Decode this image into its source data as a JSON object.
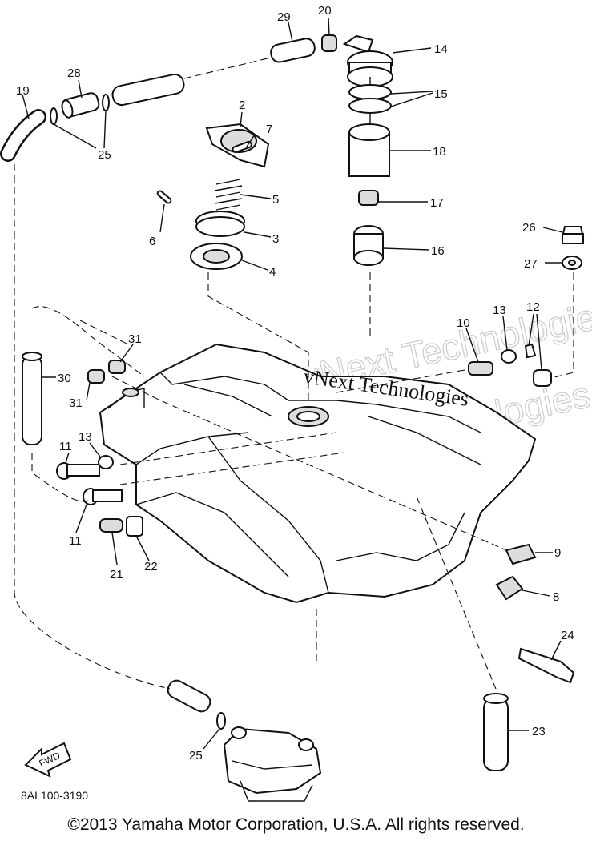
{
  "diagram": {
    "code": "8AL100-3190",
    "fwd_label": "FWD",
    "watermark": "vNext Technologies",
    "copyright": "©2013 Yamaha Motor Corporation, U.S.A. All rights reserved.",
    "callouts": [
      {
        "id": "c2",
        "text": "2"
      },
      {
        "id": "c3",
        "text": "3"
      },
      {
        "id": "c4",
        "text": "4"
      },
      {
        "id": "c5",
        "text": "5"
      },
      {
        "id": "c6",
        "text": "6"
      },
      {
        "id": "c7",
        "text": "7"
      },
      {
        "id": "c8",
        "text": "8"
      },
      {
        "id": "c9",
        "text": "9"
      },
      {
        "id": "c10",
        "text": "10"
      },
      {
        "id": "c11a",
        "text": "11"
      },
      {
        "id": "c11b",
        "text": "11"
      },
      {
        "id": "c12",
        "text": "12"
      },
      {
        "id": "c13a",
        "text": "13"
      },
      {
        "id": "c13b",
        "text": "13"
      },
      {
        "id": "c14",
        "text": "14"
      },
      {
        "id": "c15",
        "text": "15"
      },
      {
        "id": "c16",
        "text": "16"
      },
      {
        "id": "c17",
        "text": "17"
      },
      {
        "id": "c18",
        "text": "18"
      },
      {
        "id": "c19",
        "text": "19"
      },
      {
        "id": "c20",
        "text": "20"
      },
      {
        "id": "c21",
        "text": "21"
      },
      {
        "id": "c22",
        "text": "22"
      },
      {
        "id": "c23",
        "text": "23"
      },
      {
        "id": "c24",
        "text": "24"
      },
      {
        "id": "c25a",
        "text": "25"
      },
      {
        "id": "c25b",
        "text": "25"
      },
      {
        "id": "c26",
        "text": "26"
      },
      {
        "id": "c27",
        "text": "27"
      },
      {
        "id": "c28",
        "text": "28"
      },
      {
        "id": "c29",
        "text": "29"
      },
      {
        "id": "c30",
        "text": "30"
      },
      {
        "id": "c31a",
        "text": "31"
      },
      {
        "id": "c31b",
        "text": "31"
      }
    ]
  }
}
